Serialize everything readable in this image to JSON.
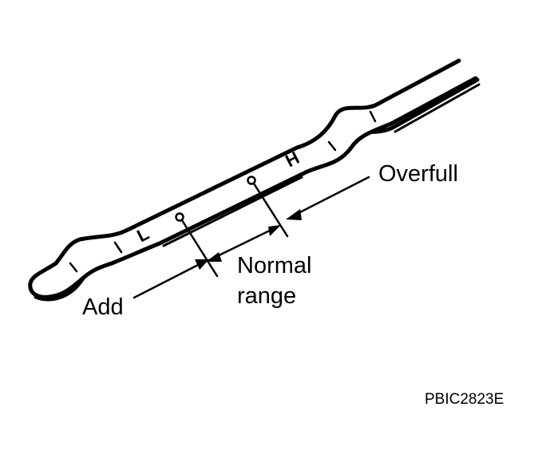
{
  "labels": {
    "overfull": "Overfull",
    "normal_line1": "Normal",
    "normal_line2": "range",
    "add": "Add",
    "marker_l": "L",
    "marker_h": "H"
  },
  "figure_code": "PBIC2823E",
  "colors": {
    "line": "#000000",
    "background": "#ffffff"
  }
}
